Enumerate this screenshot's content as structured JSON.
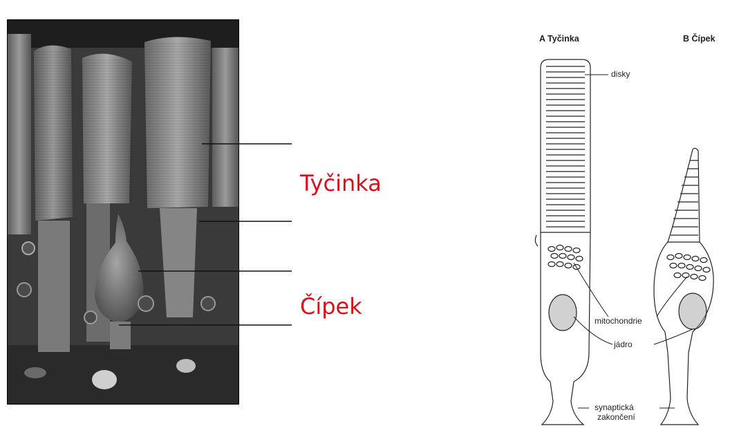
{
  "left_panel": {
    "labels": {
      "rod": "Tyčinka",
      "cone": "Čípek"
    },
    "label_color": "#d4141c"
  },
  "right_panel": {
    "title_rod": "A Tyčinka",
    "title_cone": "B Čípek",
    "labels": {
      "disks": "disky",
      "mitochondria": "mitochondrie",
      "nucleus": "jádro",
      "synaptic_1": "synaptická",
      "synaptic_2": "zakončení"
    }
  }
}
